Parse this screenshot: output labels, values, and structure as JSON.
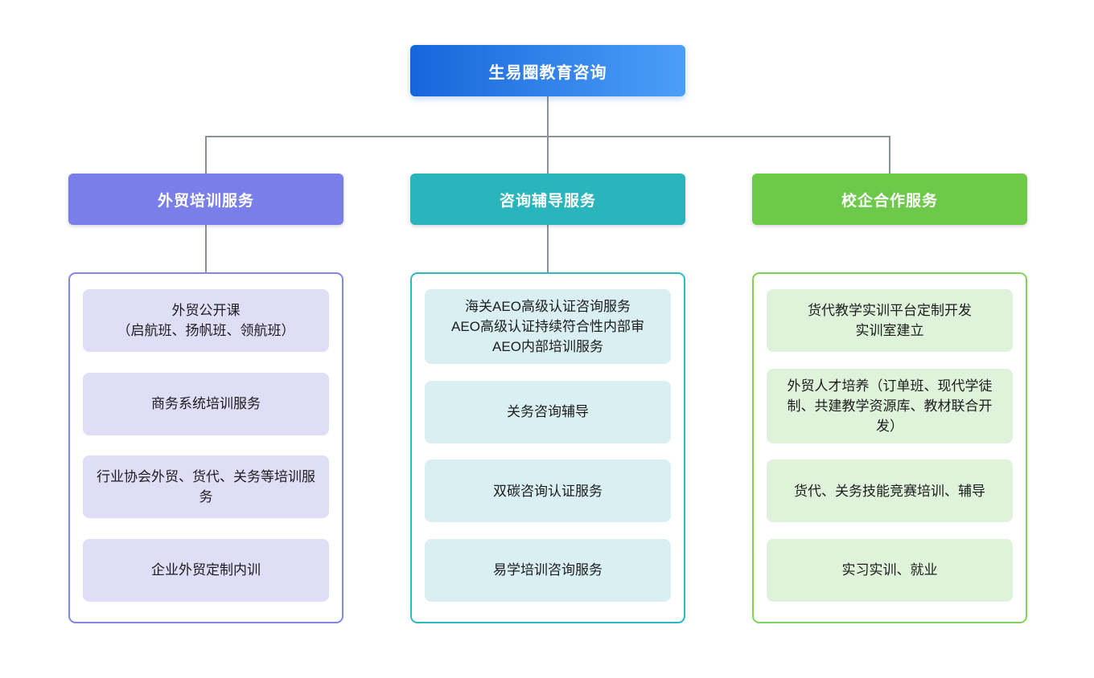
{
  "diagram": {
    "root": {
      "label": "生易圈教育咨询"
    },
    "branches": [
      {
        "label": "外贸培训服务",
        "theme": {
          "header_bg": "#7A7EE9",
          "panel_border": "#8186EC",
          "item_bg": "#E0DDF6"
        },
        "items": [
          "外贸公开课\n（启航班、扬帆班、领航班）",
          "商务系统培训服务",
          "行业协会外贸、货代、关务等培训服务",
          "企业外贸定制内训"
        ]
      },
      {
        "label": "咨询辅导服务",
        "theme": {
          "header_bg": "#29B5BB",
          "panel_border": "#2ABAC0",
          "item_bg": "#D9EFF1"
        },
        "items": [
          "海关AEO高级认证咨询服务\nAEO高级认证持续符合性内部审\nAEO内部培训服务",
          "关务咨询辅导",
          "双碳咨询认证服务",
          "易学培训咨询服务"
        ]
      },
      {
        "label": "校企合作服务",
        "theme": {
          "header_bg": "#6CC94A",
          "panel_border": "#7ED457",
          "item_bg": "#DEF3DA"
        },
        "items": [
          "货代教学实训平台定制开发\n实训室建立",
          "外贸人才培养（订单班、现代学徒制、共建教学资源库、教材联合开发）",
          "货代、关务技能竞赛培训、辅导",
          "实习实训、就业"
        ]
      }
    ],
    "colors": {
      "root_gradient_start": "#1666DB",
      "root_gradient_end": "#4D9EF8",
      "connector": "#8A919B"
    }
  }
}
